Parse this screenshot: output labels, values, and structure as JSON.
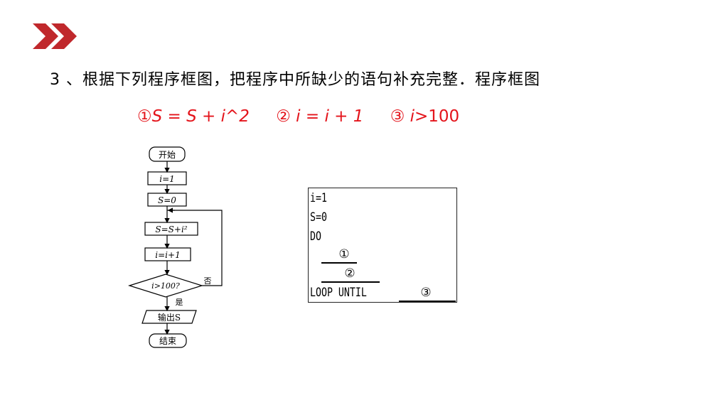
{
  "header": {
    "icon": "double-chevron-icon",
    "accent": "#c0282c"
  },
  "question": {
    "text": "3 、根据下列程序框图，把程序中所缺少的语句补充完整．程序框图"
  },
  "answers": [
    {
      "num": "①",
      "var": "S",
      "rest": " = S + i^2",
      "color": "#e4141b"
    },
    {
      "num": "②",
      "var": "i",
      "rest": " = i + 1"
    },
    {
      "num": "③",
      "var": "i",
      "rest": ">100"
    }
  ],
  "flowchart": {
    "start": "开始",
    "init_i": "i=1",
    "init_s": "S=0",
    "update_s": "S=S+i²",
    "update_i": "i=i+1",
    "condition": "i>100?",
    "no_label": "否",
    "yes_label": "是",
    "output": "输出S",
    "end": "结束"
  },
  "program": {
    "lines": [
      "i=1",
      "S=0",
      "DO",
      "LOOP  UNTIL"
    ],
    "blank1": "①",
    "blank2": "②",
    "blank3": "③"
  }
}
